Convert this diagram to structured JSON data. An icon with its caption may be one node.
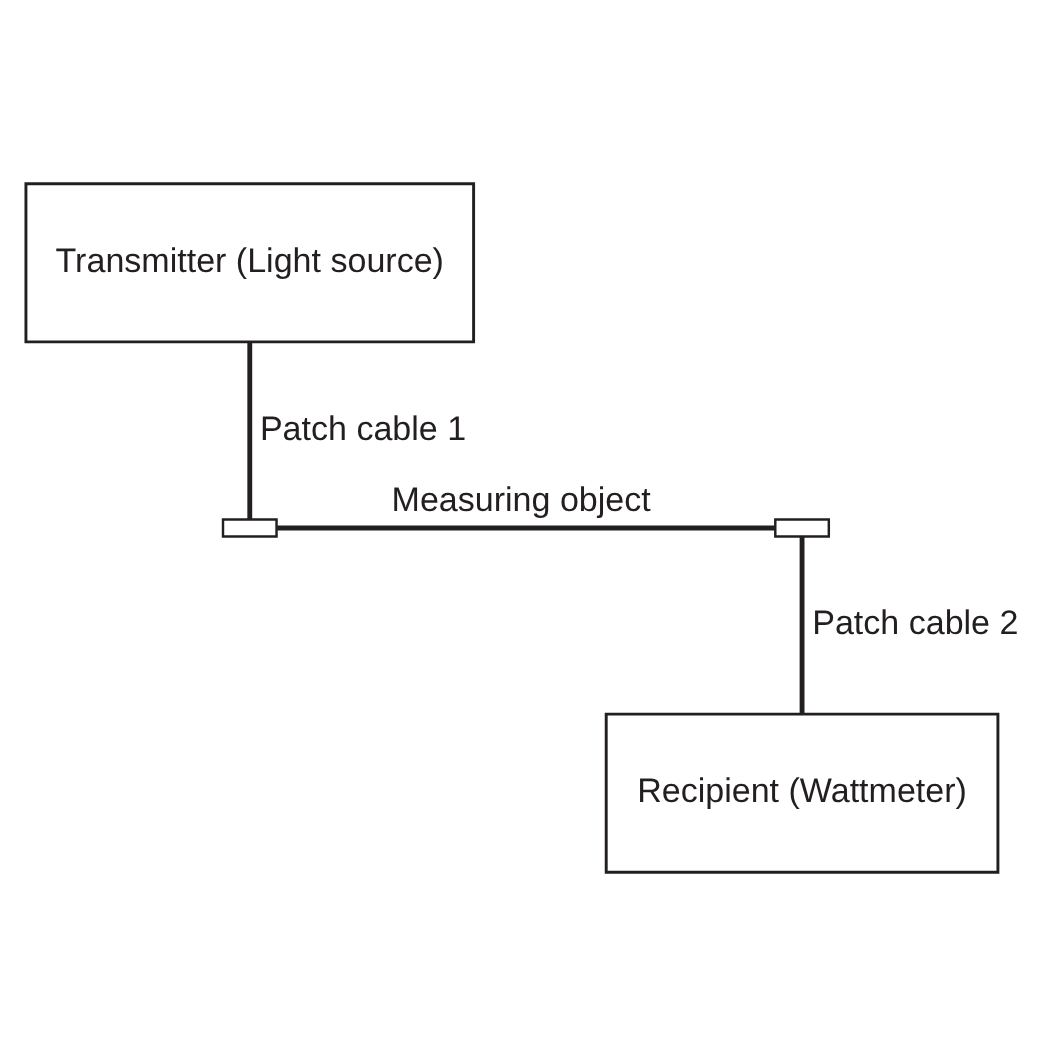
{
  "diagram": {
    "nodes": [
      {
        "text": [
          "Transmitter (Light source)"
        ]
      },
      {
        "text": [],
        "shape": "box"
      },
      {
        "text": [],
        "shape": "box"
      },
      {
        "text": [
          "Recipient (Wattmeter)"
        ]
      }
    ],
    "edges": [
      {
        "from": 0,
        "to": 1,
        "arrow": "none",
        "label": "Patch cable 1"
      },
      {
        "from": 1,
        "to": 2,
        "arrow": "none",
        "label": "Measuring object"
      },
      {
        "from": 2,
        "to": 3,
        "arrow": "none",
        "label": "Patch cable 2"
      }
    ]
  }
}
